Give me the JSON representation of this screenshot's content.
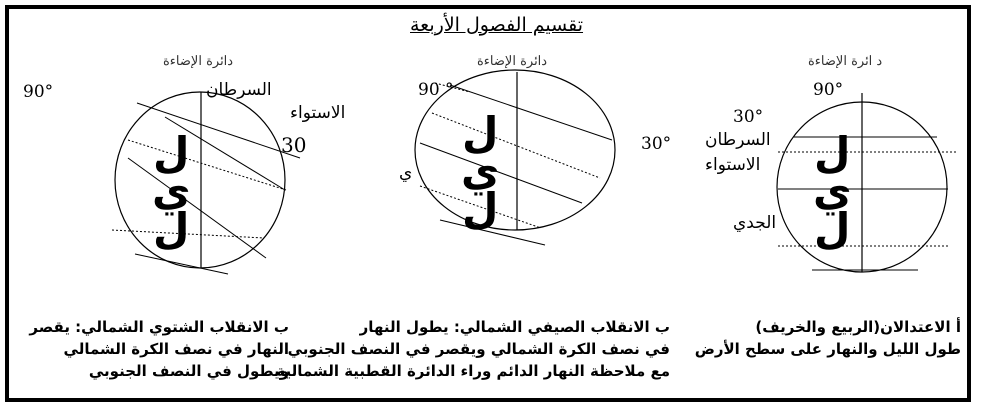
{
  "title": "تقسيم الفصول الأربعة",
  "figures": {
    "right": {
      "illumination_label": "د ائرة الإضاءة",
      "deg90": "90°",
      "deg30": "30°",
      "cancer": "السرطان",
      "equator": "الاستواء",
      "capricorn": "الجدي",
      "night_letters": [
        "ل",
        "ي",
        "ل"
      ]
    },
    "middle": {
      "illumination_label": "دائرة الإضاءة",
      "deg90": "90 °",
      "deg30": "30°",
      "partial_letter": "ي",
      "night_letters": [
        "ل",
        "ي",
        "ل"
      ]
    },
    "left": {
      "illumination_label": "دائرة الإضاءة",
      "deg90": "90°",
      "deg30": "30",
      "cancer": "السرطان",
      "equator": "الاستواء",
      "night_letters": [
        "ل",
        "ي",
        "ل"
      ]
    }
  },
  "captions": {
    "right": {
      "letter": "أ",
      "line1": "الاعتدالان(الربيع والخريف)",
      "line2": "طول الليل والنهار على سطح الأرض"
    },
    "middle": {
      "letter": "ب",
      "line1": "الانقلاب الصيفي الشمالي: يطول النهار",
      "line2": "في نصف الكرة الشمالي ويقصر في النصف الجنوبي",
      "line3": "مع ملاحظة النهار الدائم وراء الدائرة القطبية الشمالية"
    },
    "left": {
      "letter": "ب",
      "line1": "الانقلاب الشتوي الشمالي: يقصر",
      "line2": "النهار في نصف الكرة الشمالي",
      "line3": "ويطول في النصف الجنوبي"
    }
  }
}
